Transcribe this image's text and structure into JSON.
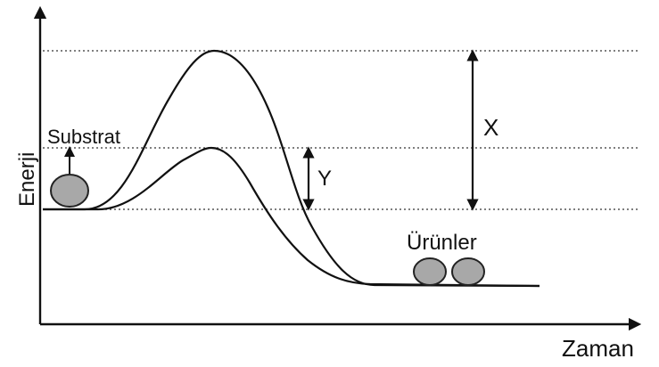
{
  "labels": {
    "y_axis": "Enerji",
    "x_axis": "Zaman",
    "substrate": "Substrat",
    "products": "Ürünler",
    "uncatalyzed_gap": "X",
    "catalyzed_gap": "Y"
  },
  "colors": {
    "ink": "#111111",
    "molecule_fill": "#a8a8a8",
    "molecule_stroke": "#222222",
    "guide_line": "#555555"
  }
}
